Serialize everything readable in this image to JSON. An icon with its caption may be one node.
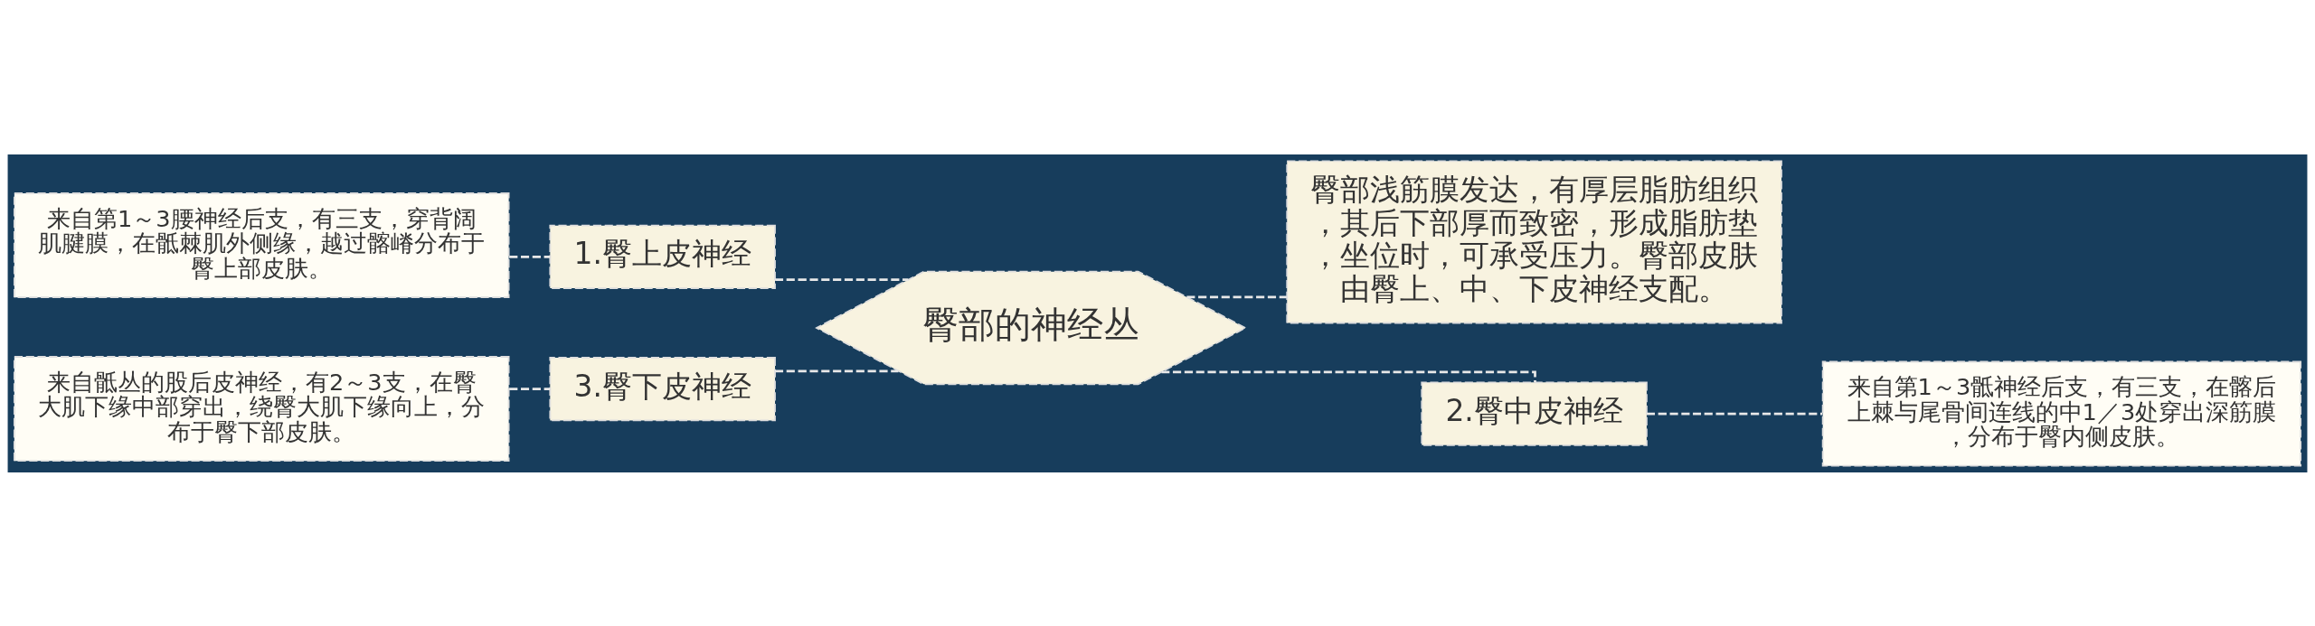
{
  "diagram": {
    "nodes": [
      {
        "text": [
          "臀部的神经丛"
        ]
      },
      {
        "text": [
          "1.臀上皮神经"
        ]
      },
      {
        "text": [
          "来自第1～3腰神经后支，有三支，穿背阔肌腱膜，在骶棘肌外侧缘，越过髂嵴分布于臀上部皮肤。"
        ]
      },
      {
        "text": [
          "3.臀下皮神经"
        ]
      },
      {
        "text": [
          "来自骶丛的股后皮神经，有2～3支，在臀大肌下缘中部穿出，绕臀大肌下缘向上，分布于臀下部皮肤。"
        ]
      },
      {
        "text": [
          "臀部浅筋膜发达，有厚层脂肪组织，其后下部厚而致密，形成脂肪垫，坐位时，可承受压力。臀部皮肤由臀上、中、下皮神经支配。"
        ]
      },
      {
        "text": [
          "2.臀中皮神经"
        ]
      },
      {
        "text": [
          "来自第1～3骶神经后支，有三支，在髂后上棘与尾骨间连线的中1／3处穿出深筋膜，分布于臀内侧皮肤。"
        ]
      }
    ],
    "edges": [
      {
        "from": 0,
        "to": 1,
        "arrow": "none",
        "style": "dashed"
      },
      {
        "from": 1,
        "to": 2,
        "arrow": "none",
        "style": "dashed"
      },
      {
        "from": 0,
        "to": 3,
        "arrow": "none",
        "style": "dashed"
      },
      {
        "from": 3,
        "to": 4,
        "arrow": "none",
        "style": "dashed"
      },
      {
        "from": 0,
        "to": 5,
        "arrow": "none",
        "style": "dashed"
      },
      {
        "from": 0,
        "to": 6,
        "arrow": "none",
        "style": "dashed"
      },
      {
        "from": 6,
        "to": 7,
        "arrow": "none",
        "style": "dashed"
      }
    ]
  }
}
